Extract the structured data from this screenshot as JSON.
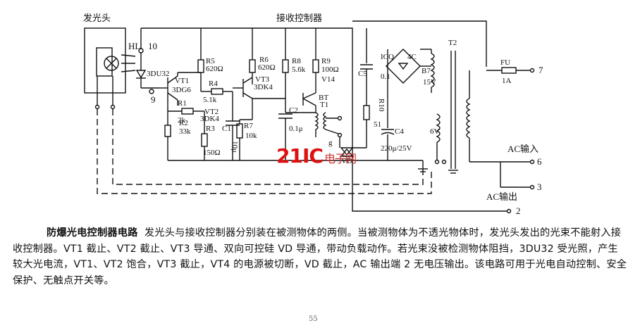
{
  "diagram": {
    "sections": {
      "emitter": "发光头",
      "receiver": "接收控制器"
    },
    "labels": {
      "HL": "HL",
      "pin10": "10",
      "pin9": "9",
      "photodiode": "3DU32",
      "VT1": "VT1",
      "VT1_type": "3DG6",
      "R1": "R1",
      "R1_val": "2k",
      "R2": "R2",
      "R2_val": "33k",
      "R3": "R3",
      "R3_val": "150Ω",
      "R4": "R4",
      "R4_val": "5.1k",
      "VT2": "VT2",
      "VT2_type": "3DK4",
      "R5": "R5",
      "R5_val": "620Ω",
      "C1": "C1",
      "C1_val": "10μ",
      "R6": "R6",
      "R6_val": "620Ω",
      "VT3": "VT3",
      "VT3_type": "3DK4",
      "R7": "R7",
      "R7_val": "10k",
      "R8": "R8",
      "R8_val": "5.6k",
      "R9": "R9",
      "R9_val": "100Ω",
      "V14": "V14",
      "BT": "BT",
      "T1": "T1",
      "C2": "C2",
      "C2_val": "0.1μ",
      "g": "g",
      "VD": "VD",
      "C5": "C5",
      "C5_val": "0.1",
      "R10": "R10",
      "R10_val": "51",
      "C4": "C4",
      "C4_val": "220μ/25V",
      "ICQ": "ICQ",
      "bridge": "4C",
      "B7": "B7",
      "v15": "15V",
      "v6": "6V",
      "T2": "T2",
      "FU": "FU",
      "FU_val": "1A",
      "term7": "7",
      "term6": "6",
      "term3": "3",
      "term2": "2",
      "ac_in": "AC输入",
      "ac_out": "AC输出"
    },
    "watermark": "21IC",
    "watermark_sub": "电子网"
  },
  "caption": {
    "title": "防爆光电控制器电路",
    "body": "发光头与接收控制器分别装在被测物体的两侧。当被测物体为不透光物体时，发光头发出的光束不能射入接收控制器。VT1 截止、VT2 截止、VT3 导通、双向可控硅 VD 导通，带动负载动作。若光束没被检测物体阻挡，3DU32 受光照，产生较大光电流，VT1、VT2 饱合，VT3 截止，VT4 的电源被切断，VD 截止，AC 输出端 2 无电压输出。该电路可用于光电自动控制、安全保护、无触点开关等。"
  },
  "page_number": "55"
}
